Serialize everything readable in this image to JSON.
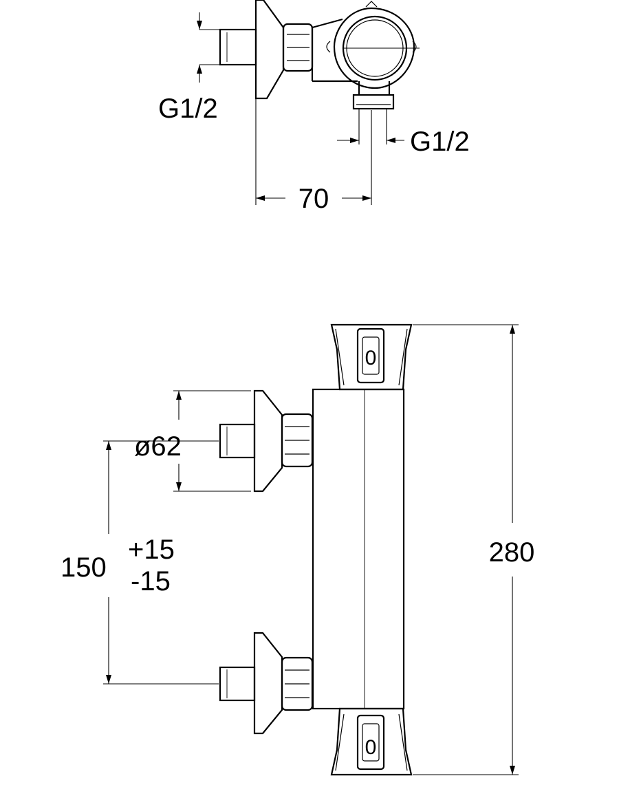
{
  "top_view": {
    "inlet_thread_label": "G1/2",
    "outlet_thread_label": "G1/2",
    "offset_dimension": "70"
  },
  "front_view": {
    "flange_diameter": "ø62",
    "centers_nominal": "150",
    "centers_tol_plus": "+15",
    "centers_tol_minus": "-15",
    "overall_height": "280",
    "knob_marking_top": "0",
    "knob_marking_bottom": "0"
  }
}
